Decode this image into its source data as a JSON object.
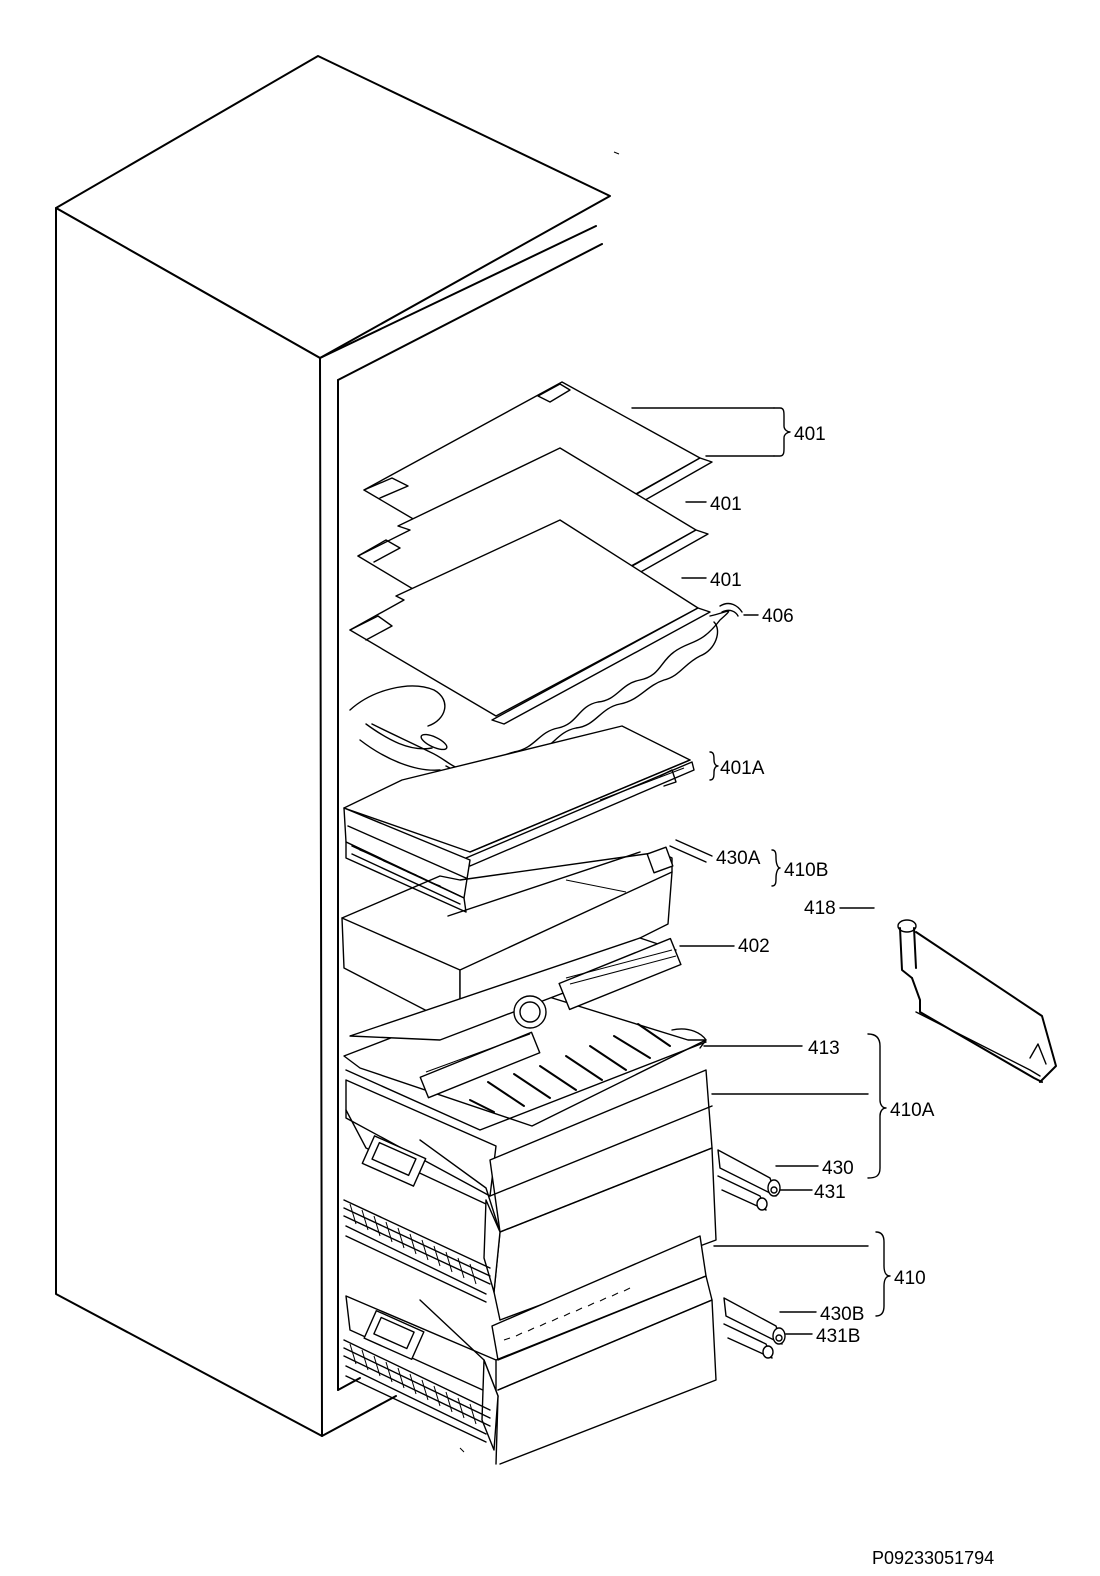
{
  "labels": {
    "l401a": "401",
    "l401b": "401",
    "l401c": "401",
    "l406": "406",
    "l401A": "401A",
    "l430A": "430A",
    "l410B": "410B",
    "l418": "418",
    "l402": "402",
    "l413": "413",
    "l410A": "410A",
    "l430": "430",
    "l431": "431",
    "l410": "410",
    "l430B": "430B",
    "l431B": "431B"
  },
  "document_code": "P09233051794"
}
